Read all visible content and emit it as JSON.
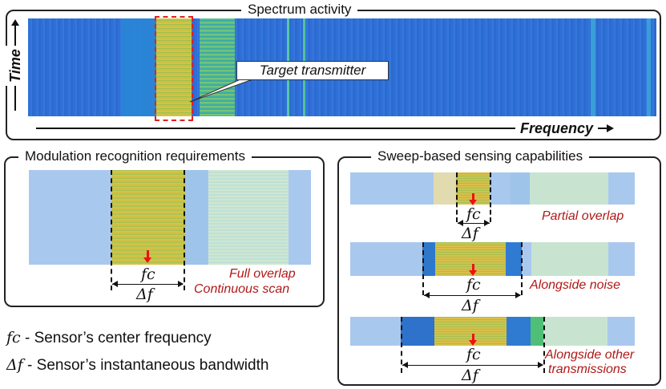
{
  "top_panel": {
    "title": "Spectrum activity",
    "time_label": "Time",
    "frequency_label": "Frequency",
    "callout": "Target transmitter"
  },
  "modulation_panel": {
    "title": "Modulation recognition requirements",
    "fc": "fc",
    "df": "Δf",
    "label_1": "Full overlap",
    "label_2": "Continuous scan"
  },
  "sweep_panel": {
    "title": "Sweep-based sensing capabilities",
    "rows": [
      {
        "label_1": "Partial overlap",
        "label_2": "",
        "fc": "fc",
        "df": "Δf"
      },
      {
        "label_1": "Alongside noise",
        "label_2": "",
        "fc": "fc",
        "df": "Δf"
      },
      {
        "label_1": "Alongside other",
        "label_2": "transmissions",
        "fc": "fc",
        "df": "Δf"
      }
    ]
  },
  "legend": {
    "fc_symbol": "fc",
    "fc_text": " - Sensor’s center frequency",
    "df_symbol": "Δf",
    "df_text": " - Sensor’s instantaneous bandwidth"
  },
  "colors": {
    "background_blue": "#2f6fd6",
    "signal_yellow": "#d9c24a",
    "signal_green": "#56c58a",
    "dashed_box_red": "#e02020",
    "label_red": "#b01818"
  }
}
